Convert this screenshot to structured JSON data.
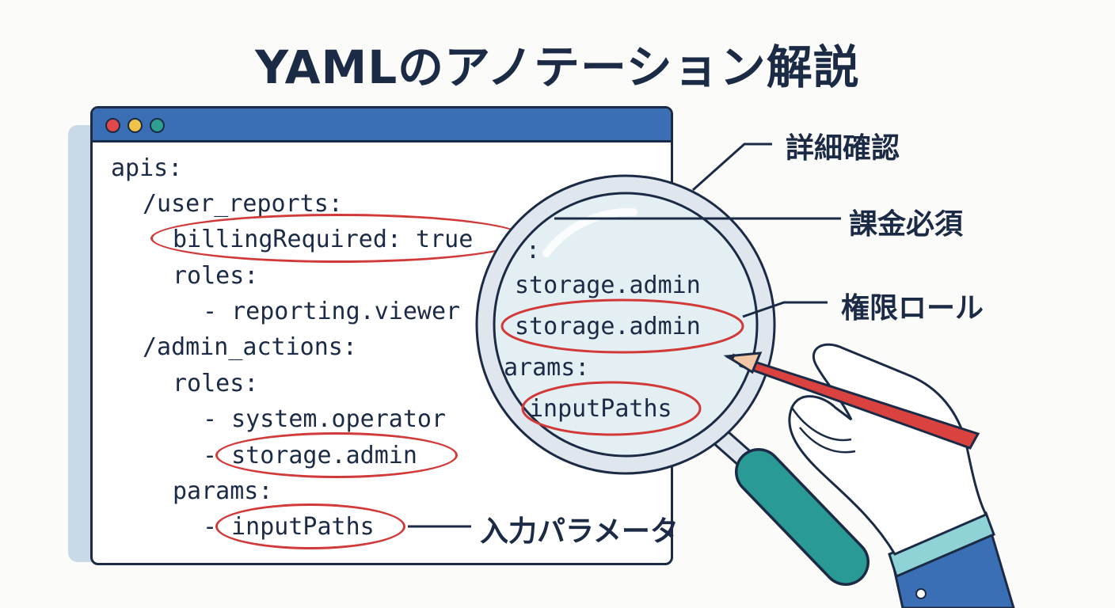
{
  "title": "YAMLのアノテーション解説",
  "code_lines": {
    "l1": "apis:",
    "l2": "/user_reports:",
    "l3": "billingRequired: true",
    "l4": "roles:",
    "l5": "- reporting.viewer",
    "l6": "/admin_actions:",
    "l7": "roles:",
    "l8": "- system.operator",
    "l9": "- storage.admin",
    "l10": "params:",
    "l11": "- inputPaths"
  },
  "magnified": {
    "m0": ":",
    "m1": "storage.admin",
    "m2": "storage.admin",
    "m3": "arams:",
    "m4": "inputPaths"
  },
  "labels": {
    "detail": "詳細確認",
    "billing": "課金必須",
    "role": "権限ロール",
    "input": "入力パラメータ"
  },
  "colors": {
    "accent_red": "#d23a3a",
    "window_bar": "#3a6fb5",
    "handle": "#2a9a95",
    "ink": "#1c2b45"
  },
  "icons": [
    "magnifying-glass-icon",
    "hand-icon",
    "red-pen-icon"
  ]
}
